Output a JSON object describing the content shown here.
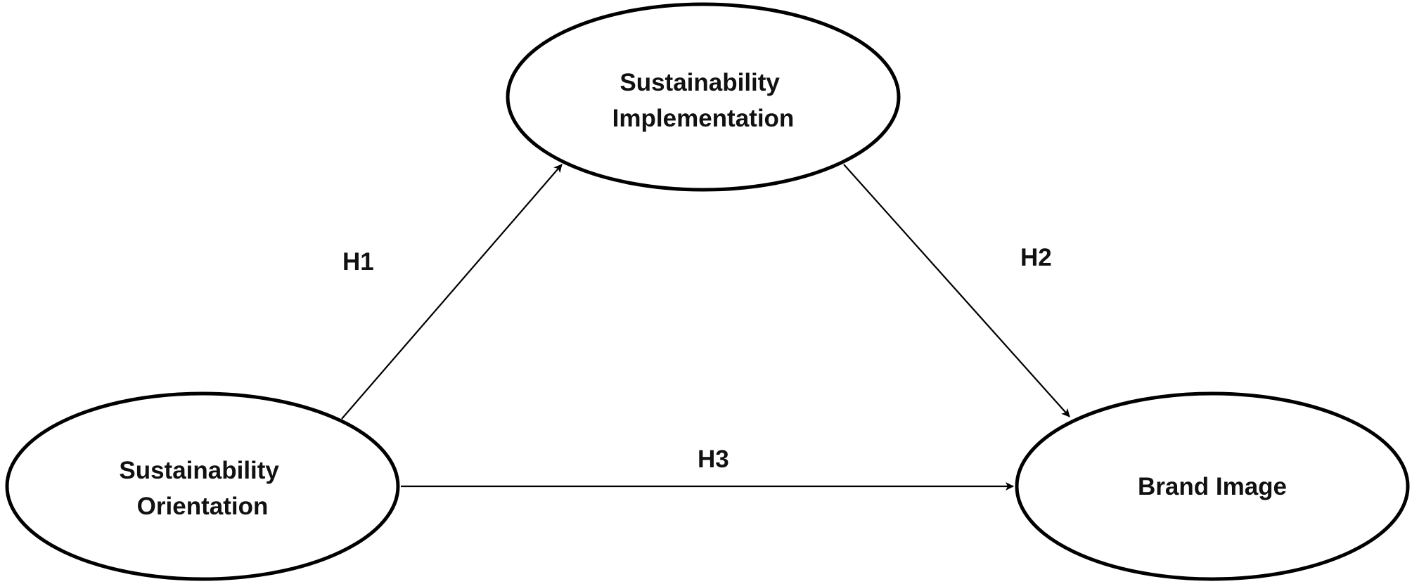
{
  "diagram": {
    "nodes": {
      "implementation": {
        "lines": [
          "Sustainability",
          "Implementation"
        ]
      },
      "orientation": {
        "lines": [
          "Sustainability",
          "Orientation"
        ]
      },
      "brand_image": {
        "lines": [
          "Brand Image"
        ]
      }
    },
    "edges": {
      "h1": {
        "label": "H1",
        "from": "orientation",
        "to": "implementation"
      },
      "h2": {
        "label": "H2",
        "from": "implementation",
        "to": "brand_image"
      },
      "h3": {
        "label": "H3",
        "from": "orientation",
        "to": "brand_image"
      }
    }
  }
}
